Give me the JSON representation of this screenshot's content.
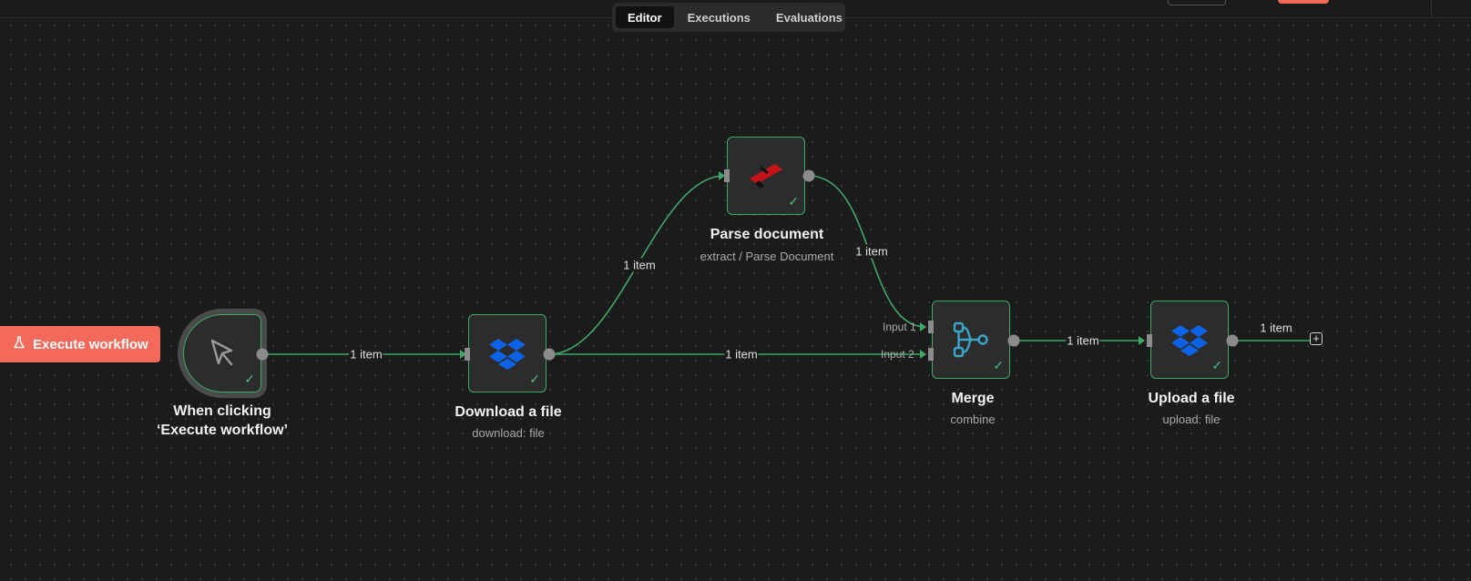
{
  "tabs": [
    {
      "label": "Editor",
      "active": true
    },
    {
      "label": "Executions",
      "active": false
    },
    {
      "label": "Evaluations",
      "active": false
    }
  ],
  "execute_button": {
    "label": "Execute workflow",
    "icon": "flask-icon"
  },
  "nodes": {
    "trigger": {
      "title_line1": "When clicking",
      "title_line2": "‘Execute workflow’",
      "icon": "cursor-icon"
    },
    "download": {
      "title": "Download a file",
      "subtitle": "download: file",
      "icon": "dropbox-icon"
    },
    "parse": {
      "title": "Parse document",
      "subtitle": "extract / Parse Document",
      "icon": "parse-icon"
    },
    "merge": {
      "title": "Merge",
      "subtitle": "combine",
      "icon": "merge-icon",
      "input1": "Input 1",
      "input2": "Input 2"
    },
    "upload": {
      "title": "Upload a file",
      "subtitle": "upload: file",
      "icon": "dropbox-icon"
    }
  },
  "connections": {
    "trigger_download": "1 item",
    "download_parse": "1 item",
    "parse_merge": "1 item",
    "download_merge": "1 item",
    "merge_upload": "1 item",
    "upload_out": "1 item"
  },
  "colors": {
    "accent": "#f36a5a",
    "connection": "#3ea86a",
    "dropbox": "#0d63e8",
    "merge": "#3aa6c9",
    "parse": "#c4141a"
  }
}
